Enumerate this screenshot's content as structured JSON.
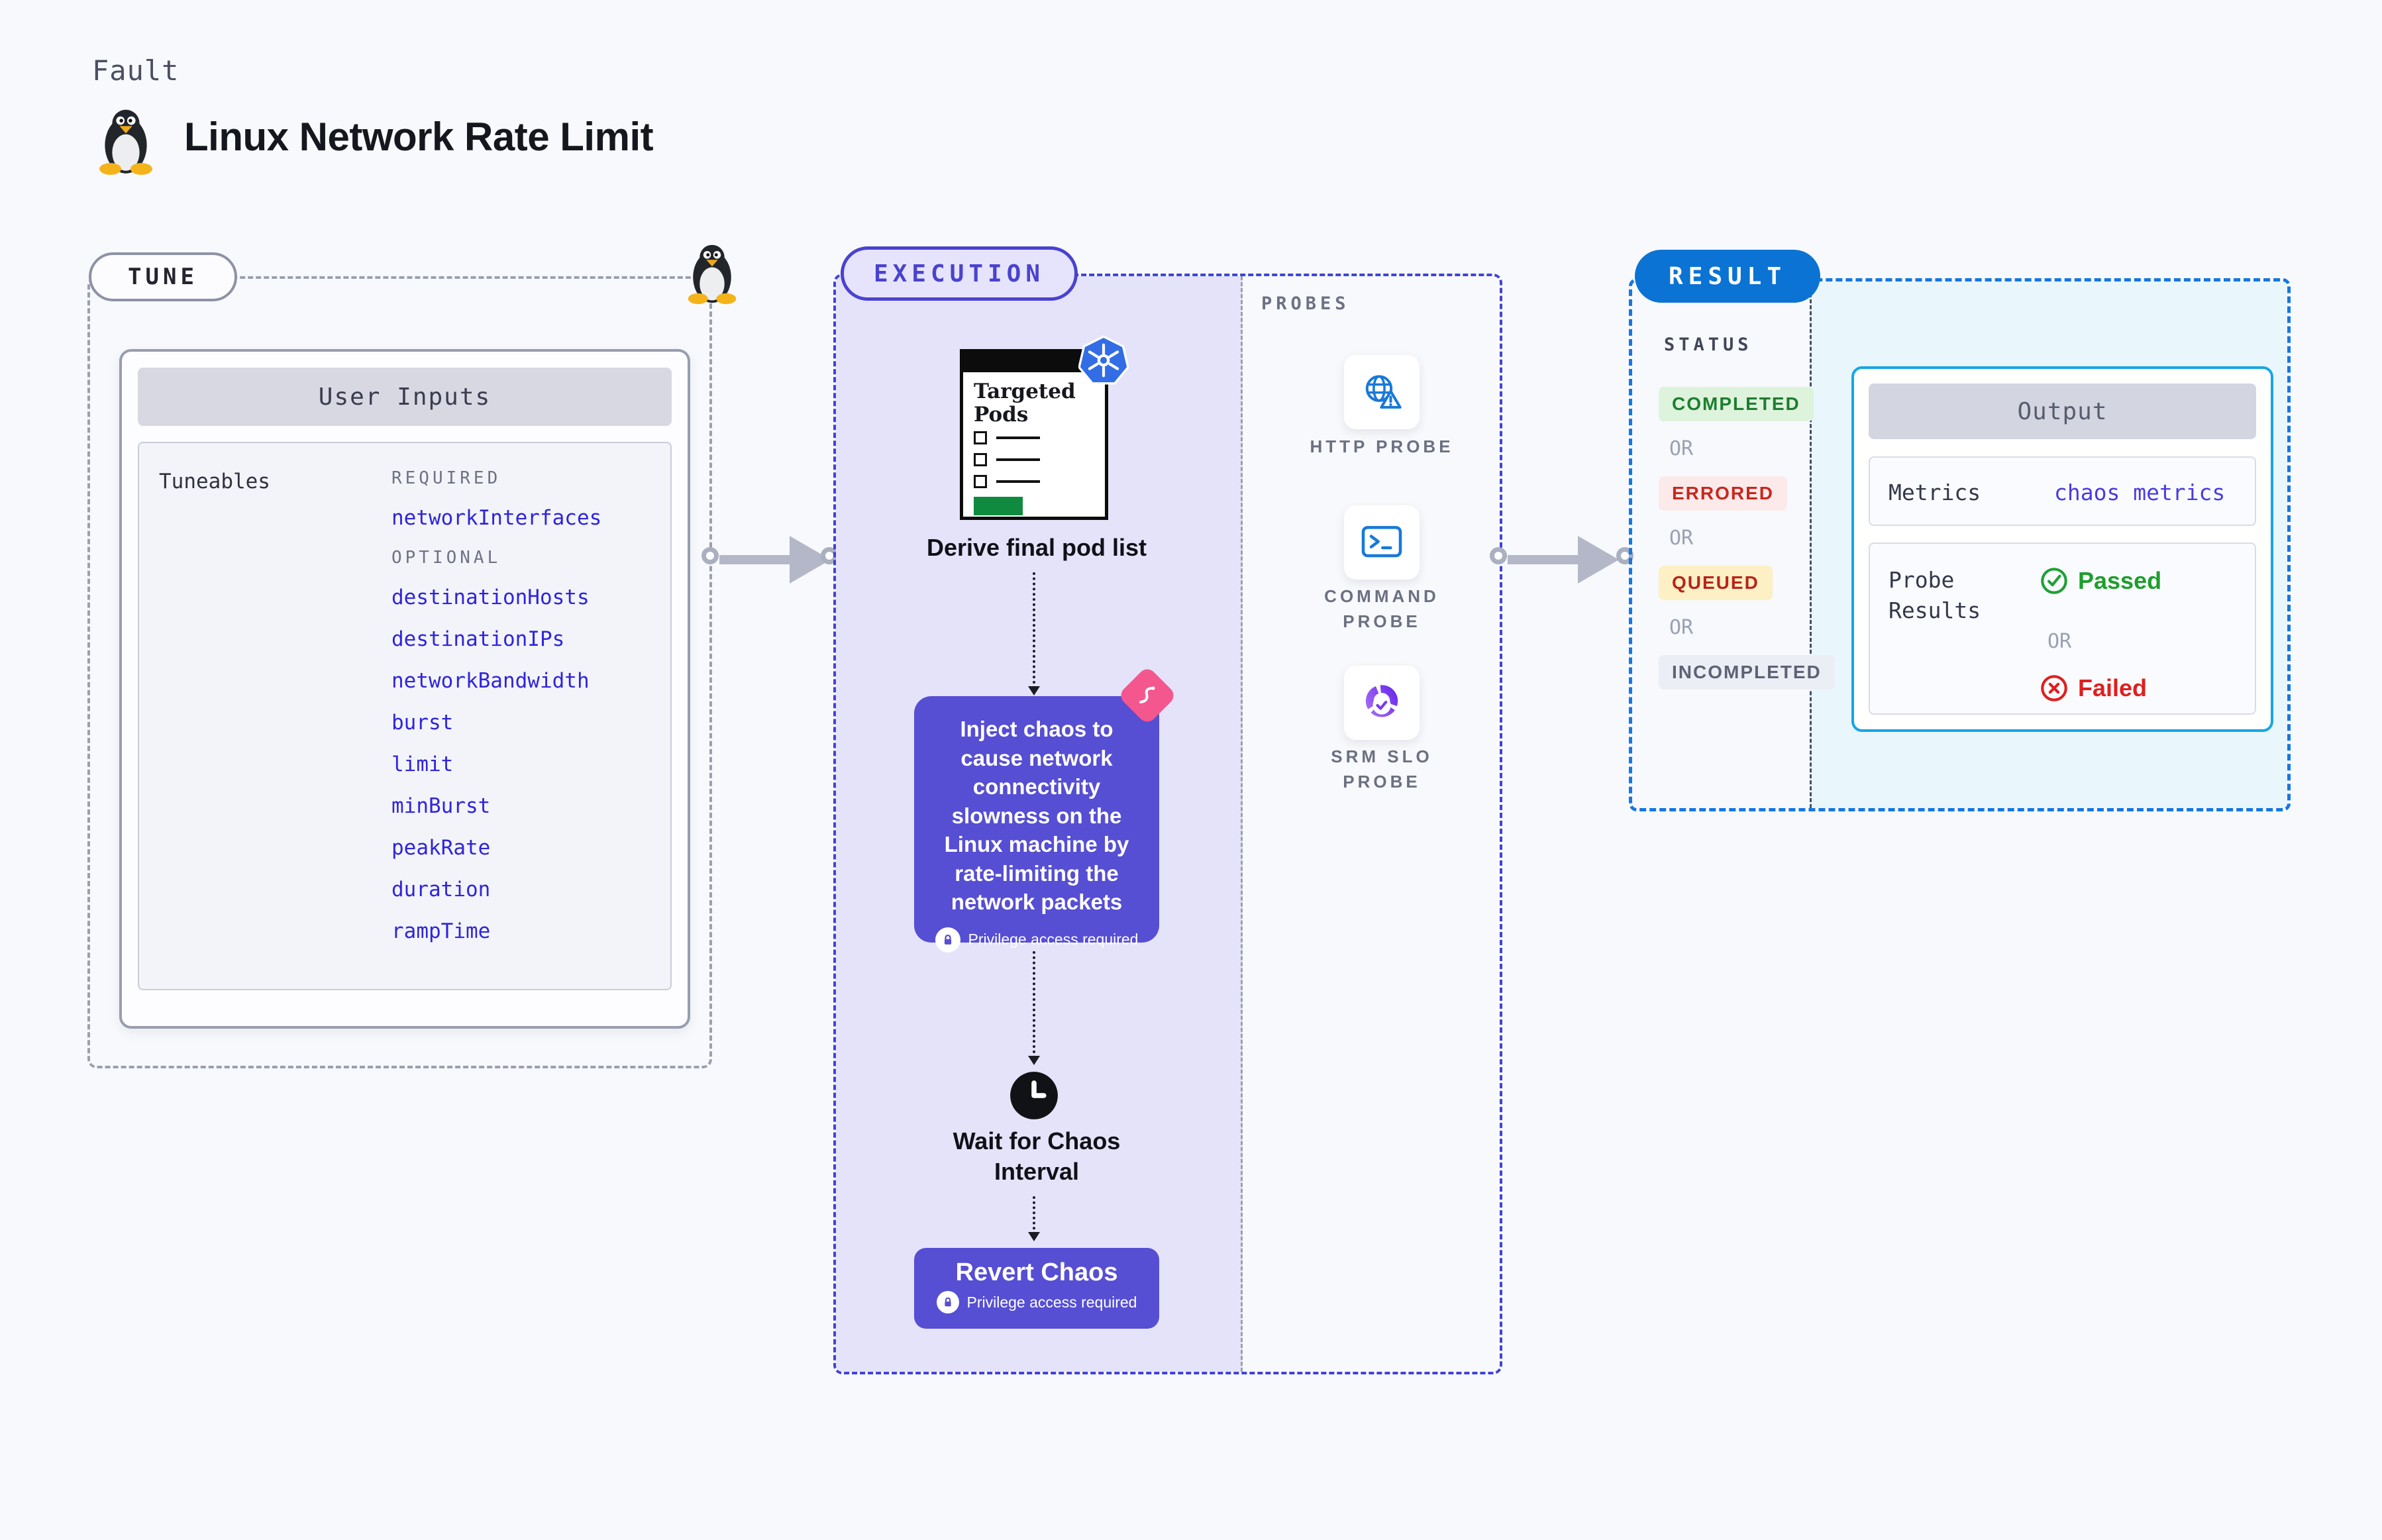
{
  "header": {
    "kicker": "Fault",
    "title": "Linux Network Rate Limit"
  },
  "tune": {
    "badge": "TUNE",
    "panel_title": "User Inputs",
    "group_label": "Tuneables",
    "required_label": "REQUIRED",
    "required": [
      "networkInterfaces"
    ],
    "optional_label": "OPTIONAL",
    "optional": [
      "destinationHosts",
      "destinationIPs",
      "networkBandwidth",
      "burst",
      "limit",
      "minBurst",
      "peakRate",
      "duration",
      "rampTime"
    ]
  },
  "execution": {
    "badge": "EXECUTION",
    "pods_card_title": "Targeted Pods",
    "derive_label": "Derive final pod list",
    "inject_text": "Inject chaos to cause network connectivity slowness on the Linux machine by rate-limiting the network packets",
    "privilege_label": "Privilege access required",
    "wait_label": "Wait for Chaos Interval",
    "revert_label": "Revert Chaos"
  },
  "probes": {
    "section_label": "PROBES",
    "items": [
      {
        "label": "HTTP PROBE",
        "icon": "globe-alert-icon"
      },
      {
        "label": "COMMAND PROBE",
        "icon": "terminal-icon"
      },
      {
        "label": "SRM SLO PROBE",
        "icon": "slo-donut-icon"
      }
    ]
  },
  "result": {
    "badge": "RESULT",
    "status_label": "STATUS",
    "or_label": "OR",
    "statuses": [
      {
        "label": "COMPLETED",
        "fg": "#1d7d31",
        "bg": "#def3dc"
      },
      {
        "label": "ERRORED",
        "fg": "#c5281f",
        "bg": "#fceaea"
      },
      {
        "label": "QUEUED",
        "fg": "#b7241c",
        "bg": "#fcf0c4"
      },
      {
        "label": "INCOMPLETED",
        "fg": "#5d6276",
        "bg": "#eceef5"
      }
    ],
    "output": {
      "title": "Output",
      "metrics_label": "Metrics",
      "metrics_value": "chaos metrics",
      "probe_results_label": "Probe Results",
      "passed_label": "Passed",
      "failed_label": "Failed"
    }
  },
  "colors": {
    "page_bg": "#f8f9fc",
    "param_blue": "#2f24dd",
    "execution_border": "#4143d6",
    "execution_fill": "#e4e3f9",
    "chaos_purple": "#564ed3",
    "chaos_pink": "#f4578e",
    "kubernetes_blue": "#326de6",
    "probe_icon_blue": "#1879d8",
    "result_blue": "#0b73d3",
    "result_border": "#1577e2",
    "output_border": "#17a6e6",
    "output_fill": "#e9f6fc",
    "passed_green": "#1f9e2d",
    "failed_red": "#df1f1f",
    "pods_green": "#0f8a3f",
    "arrow_gray": "#b4b7c7"
  }
}
